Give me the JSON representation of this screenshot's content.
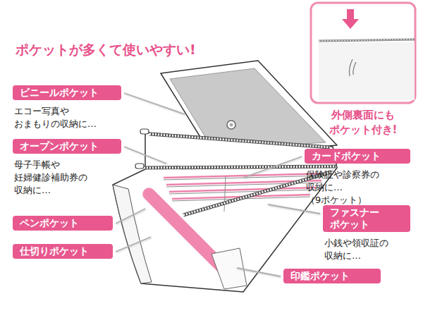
{
  "diagram": {
    "title": "ポケットが多くて使いやすい!",
    "nodes": [
      {
        "text": [
          "ビニールポケット",
          "エコー写真や おまもりの収納に…"
        ]
      },
      {
        "text": [
          "オープンポケット",
          "母子手帳や 妊婦健診補助券の 収納に…"
        ]
      },
      {
        "text": [
          "ペンポケット"
        ]
      },
      {
        "text": [
          "仕切りポケット"
        ]
      },
      {
        "text": [
          "カードポケット",
          "保険証や診察券の 収納に…（9ポケット）"
        ]
      },
      {
        "text": [
          "ファスナー ポケット",
          "小銭や領収証の 収納に…"
        ]
      },
      {
        "text": [
          "印鑑ポケット"
        ]
      }
    ],
    "labels": [
      "外側裏面にも ポケット付き!"
    ]
  }
}
